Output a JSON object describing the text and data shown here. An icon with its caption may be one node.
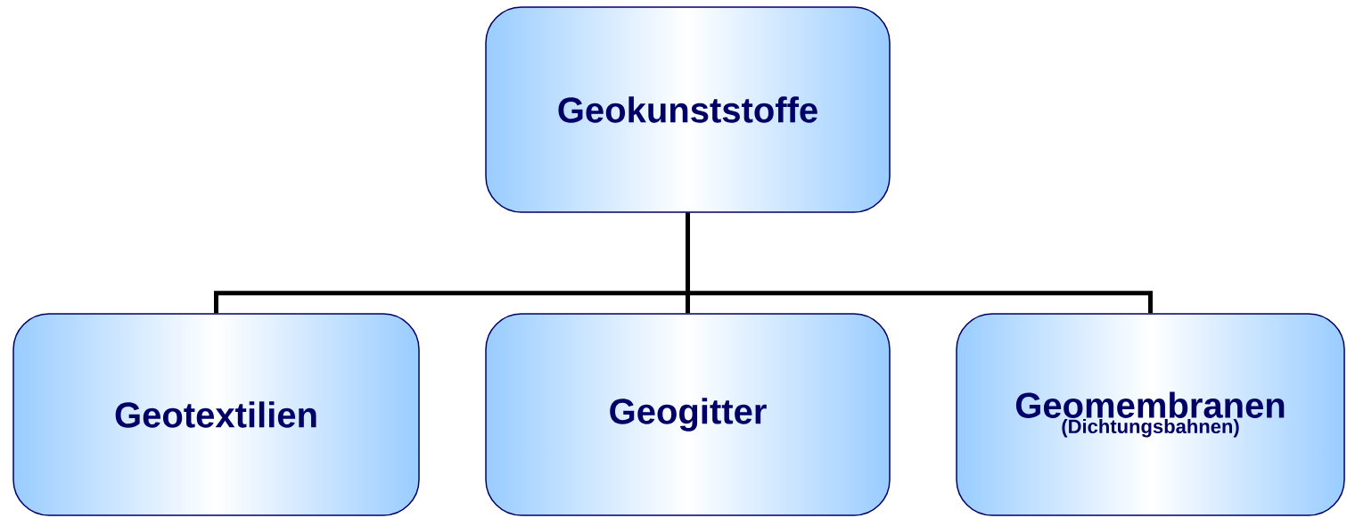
{
  "diagram": {
    "nodes": [
      {
        "text": [
          "Geokunststoffe"
        ]
      },
      {
        "text": [
          "Geotextilien"
        ]
      },
      {
        "text": [
          "Geogitter"
        ]
      },
      {
        "text": [
          "Geomembranen",
          "(Dichtungsbahnen)"
        ]
      }
    ],
    "edges": [
      {
        "from": 0,
        "to": 1,
        "arrow": "none"
      },
      {
        "from": 0,
        "to": 2,
        "arrow": "none"
      },
      {
        "from": 0,
        "to": 3,
        "arrow": "none"
      }
    ]
  }
}
